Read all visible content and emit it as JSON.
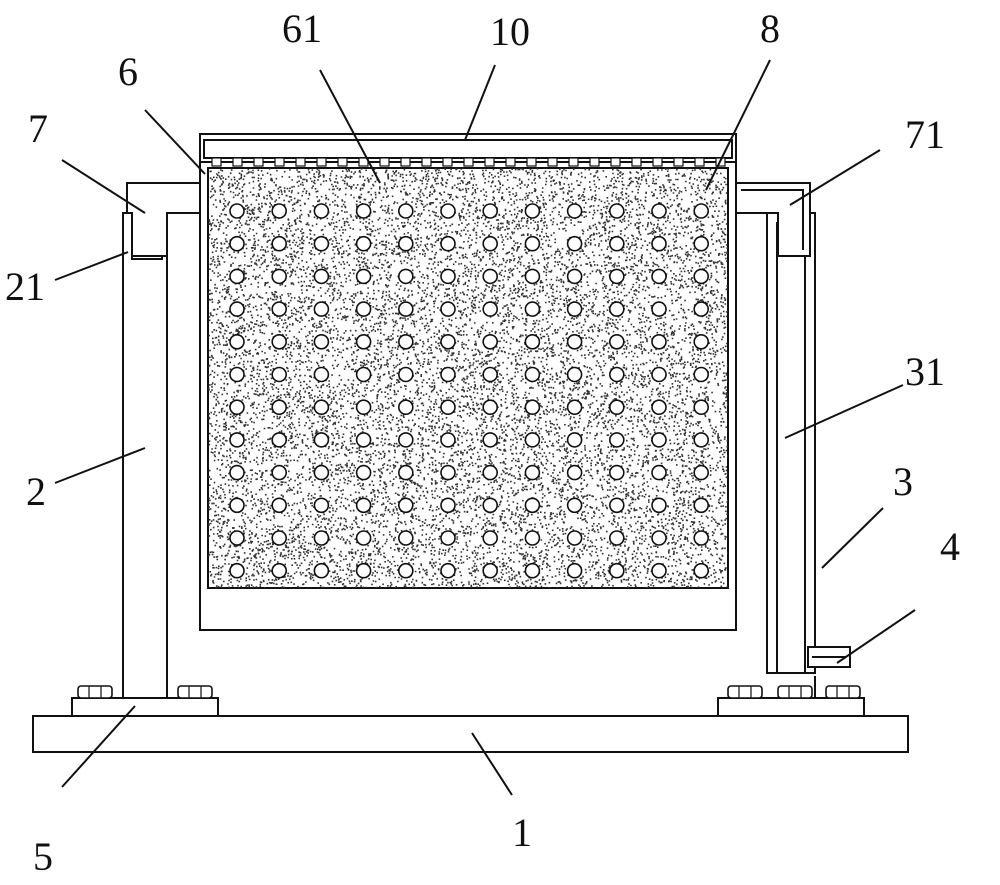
{
  "colors": {
    "stroke": "#111111",
    "background": "#ffffff",
    "filler_dots": "#333333"
  },
  "callouts": {
    "c1": "1",
    "c2": "2",
    "c21": "21",
    "c3": "3",
    "c31": "31",
    "c4": "4",
    "c5": "5",
    "c6": "6",
    "c61": "61",
    "c7": "7",
    "c71": "71",
    "c8": "8",
    "c10": "10"
  },
  "parts": {
    "hole_grid": {
      "rows": 12,
      "cols": 12
    },
    "bolts_per_plate": 3
  }
}
